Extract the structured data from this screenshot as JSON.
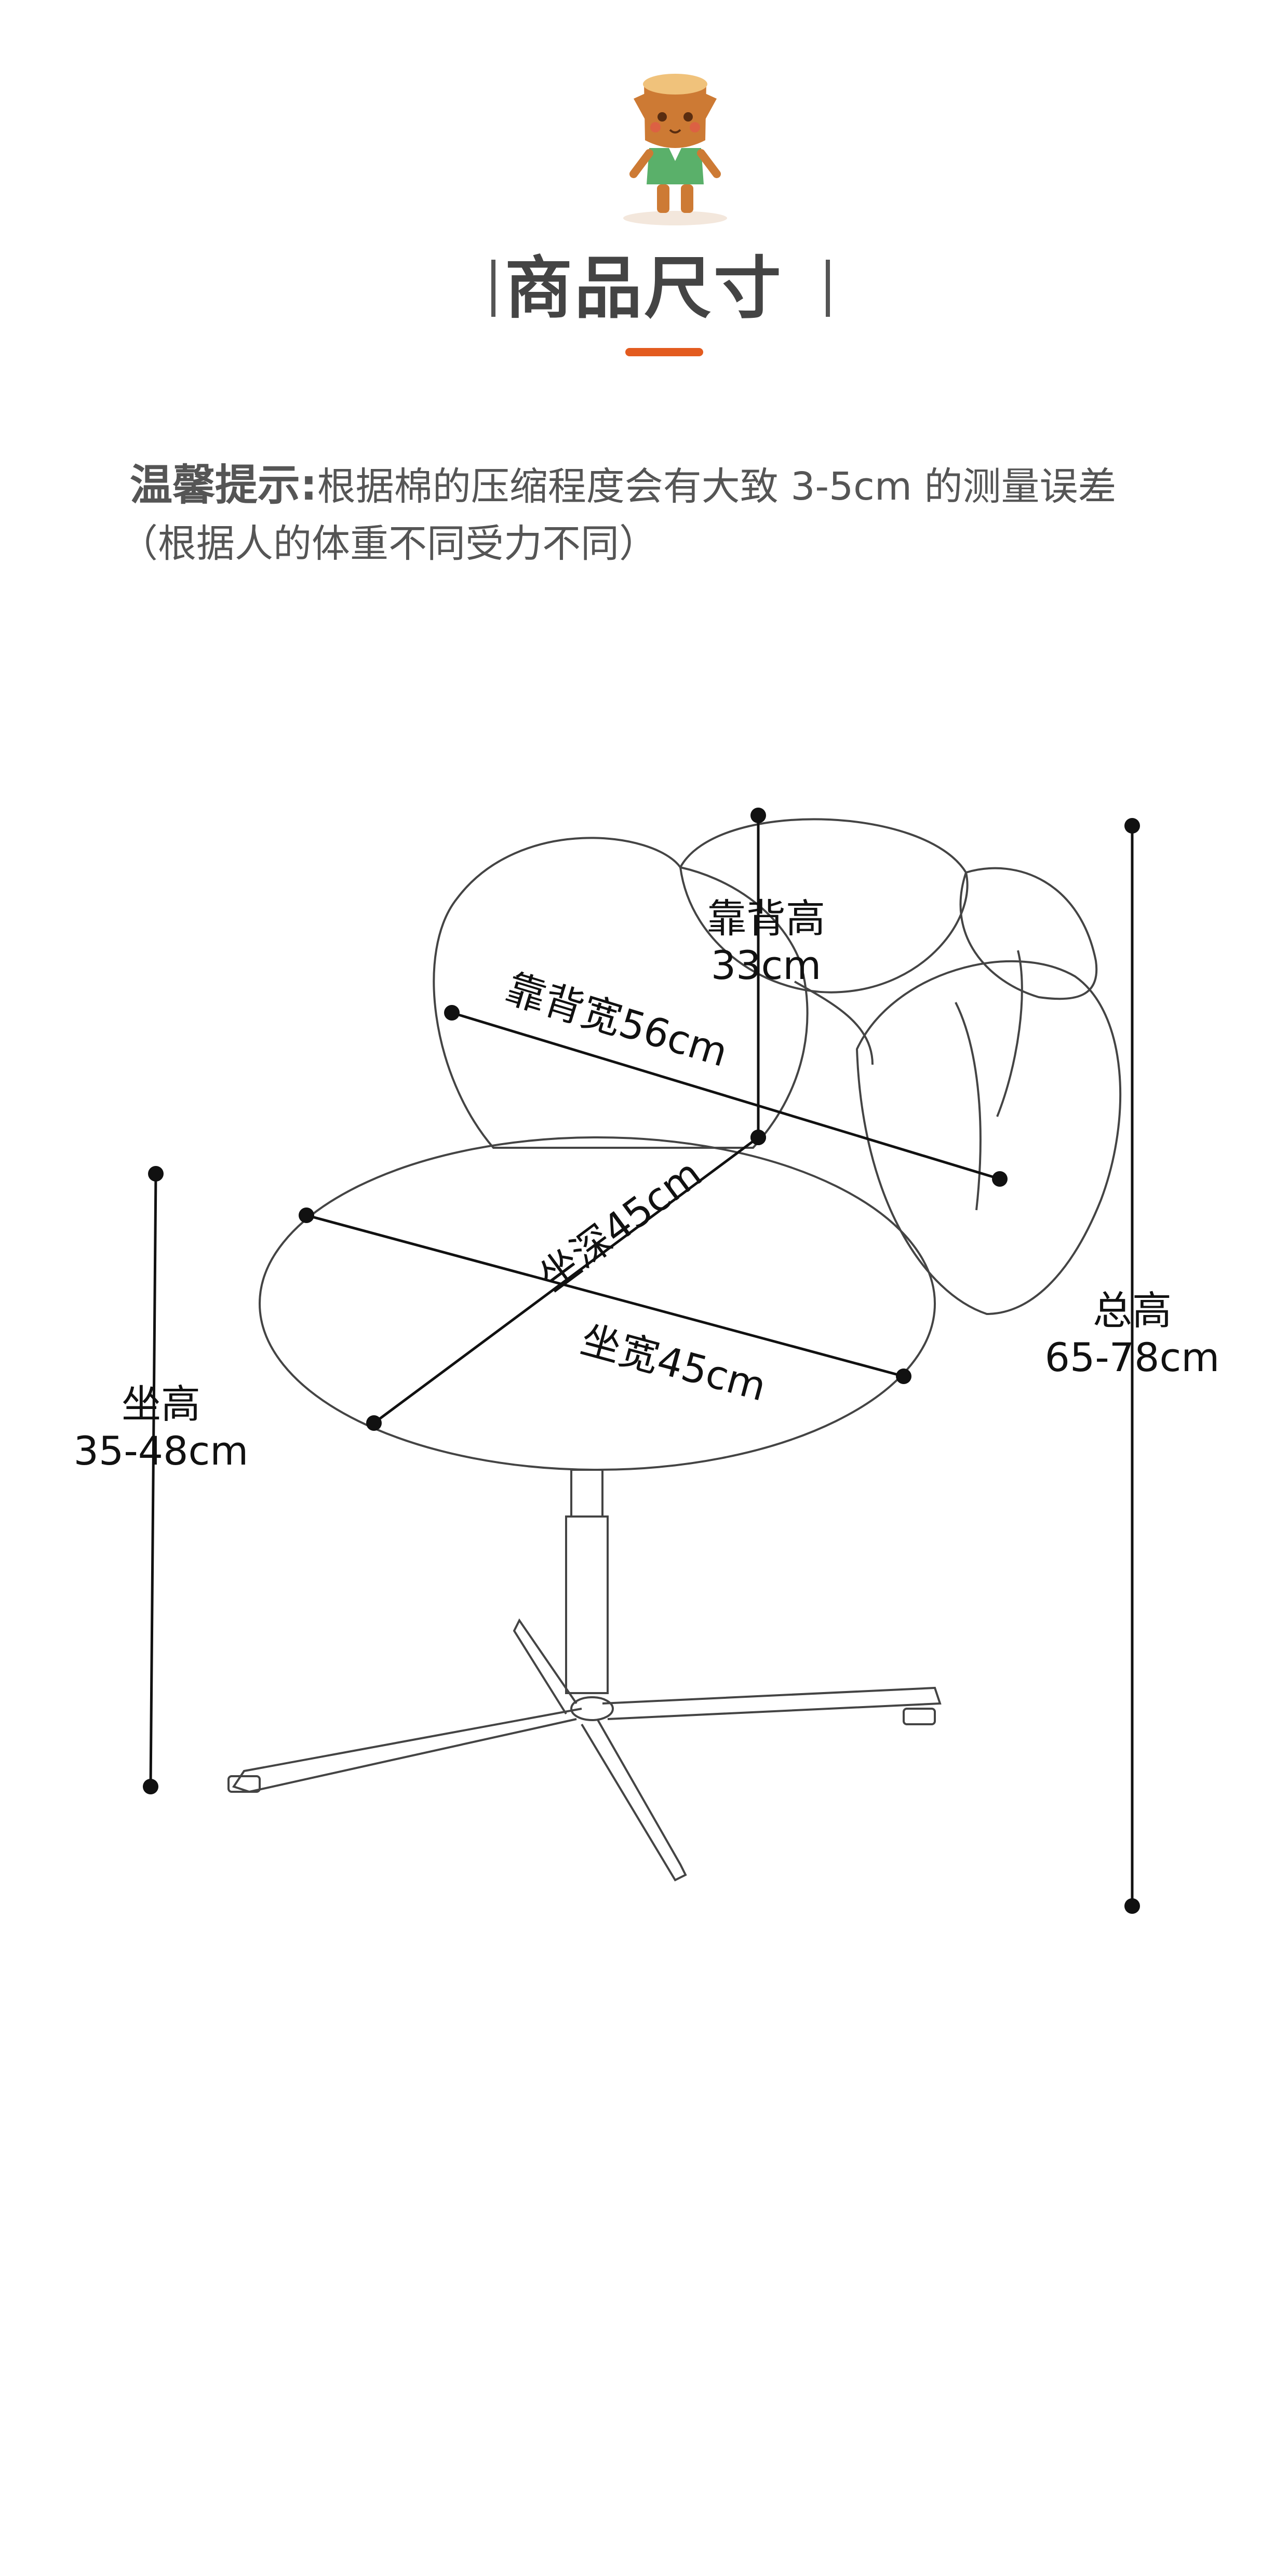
{
  "header": {
    "title": "商品尺寸",
    "accent_color": "#e35b1f"
  },
  "mascot": {
    "icon": "tree-stump-mascot-icon"
  },
  "tip": {
    "label": "温馨提示:",
    "text": "根据棉的压缩程度会有大致 3-5cm 的测量误差",
    "note": "（根据人的体重不同受力不同）"
  },
  "dimensions": {
    "backrest_height": {
      "name": "靠背高",
      "value": "33cm"
    },
    "backrest_width": "靠背宽56cm",
    "seat_depth": "坐深45cm",
    "seat_width": "坐宽45cm",
    "total_height": {
      "name": "总高",
      "value": "65-78cm"
    },
    "seat_height": {
      "name": "坐高",
      "value": "35-48cm"
    }
  }
}
